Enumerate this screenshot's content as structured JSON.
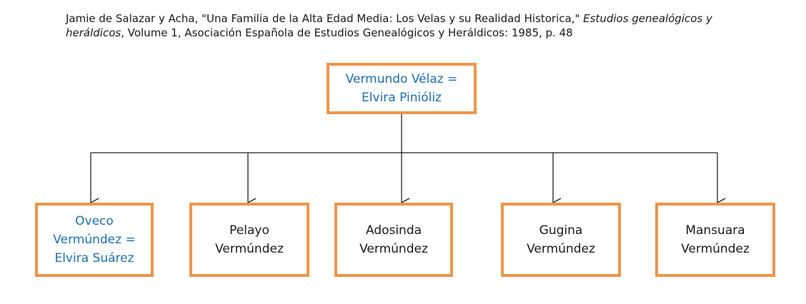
{
  "citation": {
    "prefix": "Jamie de Salazar y Acha, \"Una Familia de la Alta Edad Media: Los Velas y su Realidad Historica,\" ",
    "journal_line1": "Estudios genealógicos y",
    "journal_line2": "heráldicos",
    "suffix": ", Volume 1, Asociación Española de Estudios Genealógicos y Heráldicos: 1985, p. 48"
  },
  "tree": {
    "root": {
      "line1": "Vermundo Vélaz =",
      "line2": "Elvira Pinióliz"
    },
    "children": [
      {
        "line1": "Oveco",
        "line2": "Vermúndez =",
        "line3": "Elvira Suárez"
      },
      {
        "line1": "Pelayo",
        "line2": "Vermúndez"
      },
      {
        "line1": "Adosinda",
        "line2": "Vermúndez"
      },
      {
        "line1": "Gugina",
        "line2": "Vermúndez"
      },
      {
        "line1": "Mansuara",
        "line2": "Vermúndez"
      }
    ]
  },
  "colors": {
    "box_border": "#f0954a",
    "highlight_text": "#1f6db0",
    "text": "#1a1a1a",
    "connector": "#222222"
  }
}
